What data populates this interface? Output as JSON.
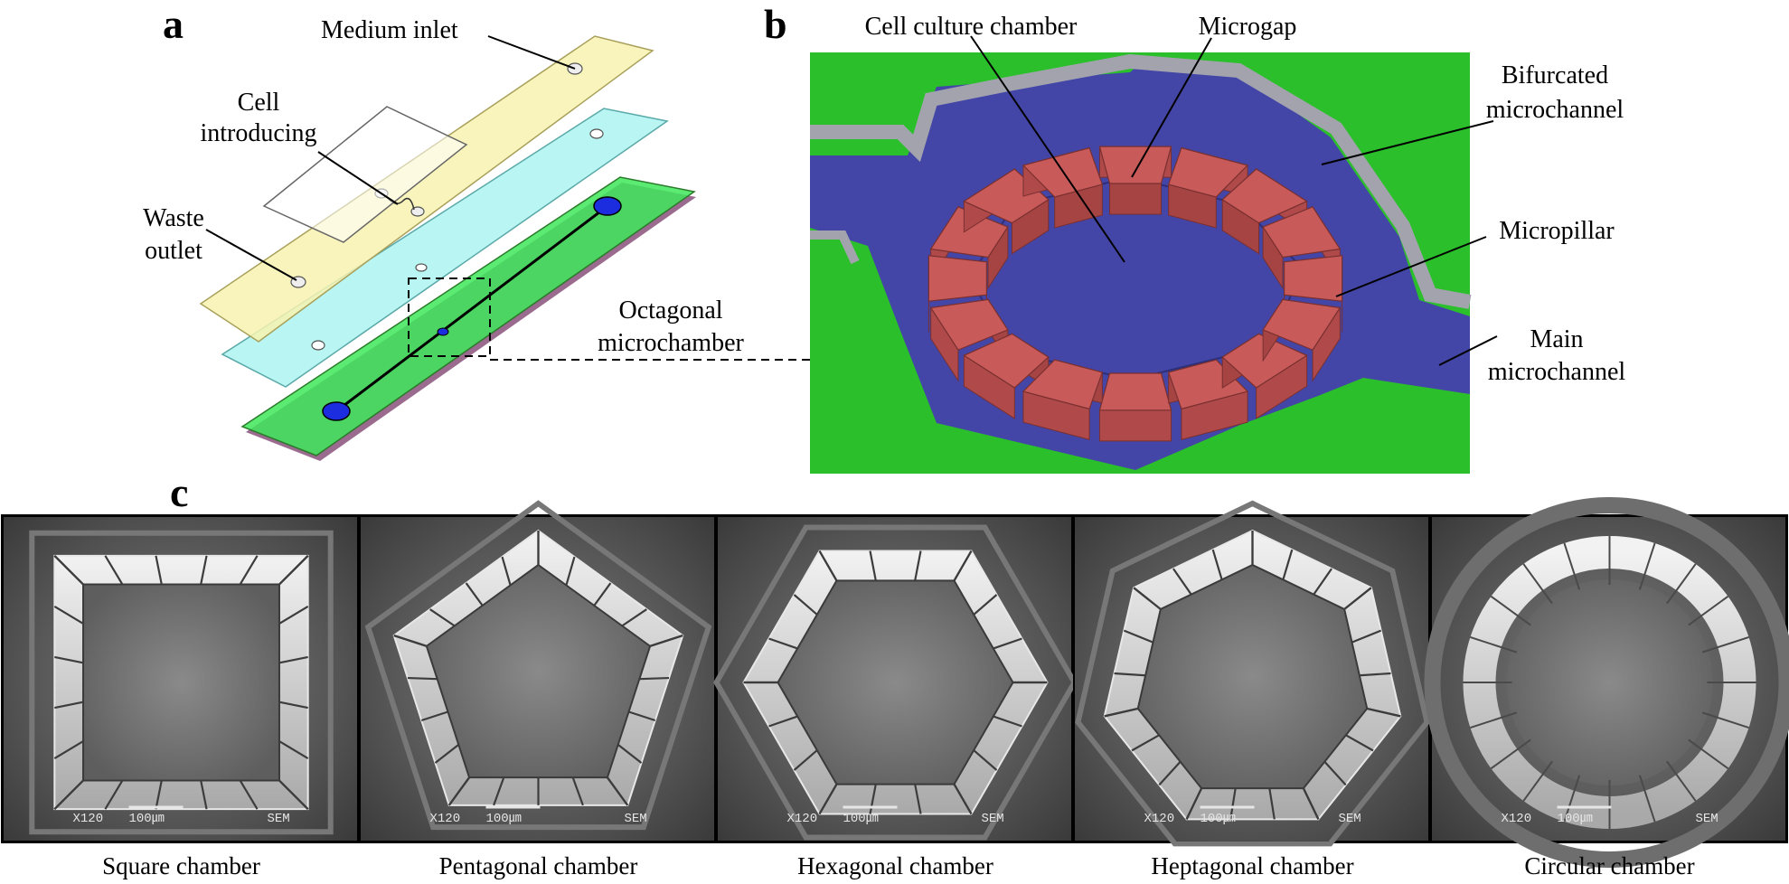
{
  "panels": {
    "a": {
      "letter": "a",
      "labels": {
        "medium_inlet": "Medium inlet",
        "cell_introducing_1": "Cell",
        "cell_introducing_2": "introducing",
        "waste_outlet_1": "Waste",
        "waste_outlet_2": "outlet",
        "octagonal_1": "Octagonal",
        "octagonal_2": "microchamber"
      },
      "colors": {
        "top_layer": "#f7f2b0",
        "middle_layer": "#a8f2ef",
        "bottom_layer": "#3ee85a",
        "port": "#1c2de0"
      }
    },
    "b": {
      "letter": "b",
      "labels": {
        "cell_culture_chamber": "Cell culture chamber",
        "microgap": "Microgap",
        "bifurcated_1": "Bifurcated",
        "bifurcated_2": "microchannel",
        "micropillar": "Micropillar",
        "main_1": "Main",
        "main_2": "microchannel"
      },
      "colors": {
        "background": "#2bbf2b",
        "channel": "#4346a6",
        "pillar": "#c85a5a",
        "wall": "#a3a3ae"
      }
    },
    "c": {
      "letter": "c",
      "sem_magnification": "X120",
      "sem_scale": "100㎛",
      "sem_tag": "SEM",
      "chambers": [
        {
          "caption": "Square chamber",
          "shape": "square"
        },
        {
          "caption": "Pentagonal chamber",
          "shape": "pentagon"
        },
        {
          "caption": "Hexagonal chamber",
          "shape": "hexagon"
        },
        {
          "caption": "Heptagonal chamber",
          "shape": "heptagon"
        },
        {
          "caption": "Circular chamber",
          "shape": "circle"
        }
      ]
    }
  }
}
